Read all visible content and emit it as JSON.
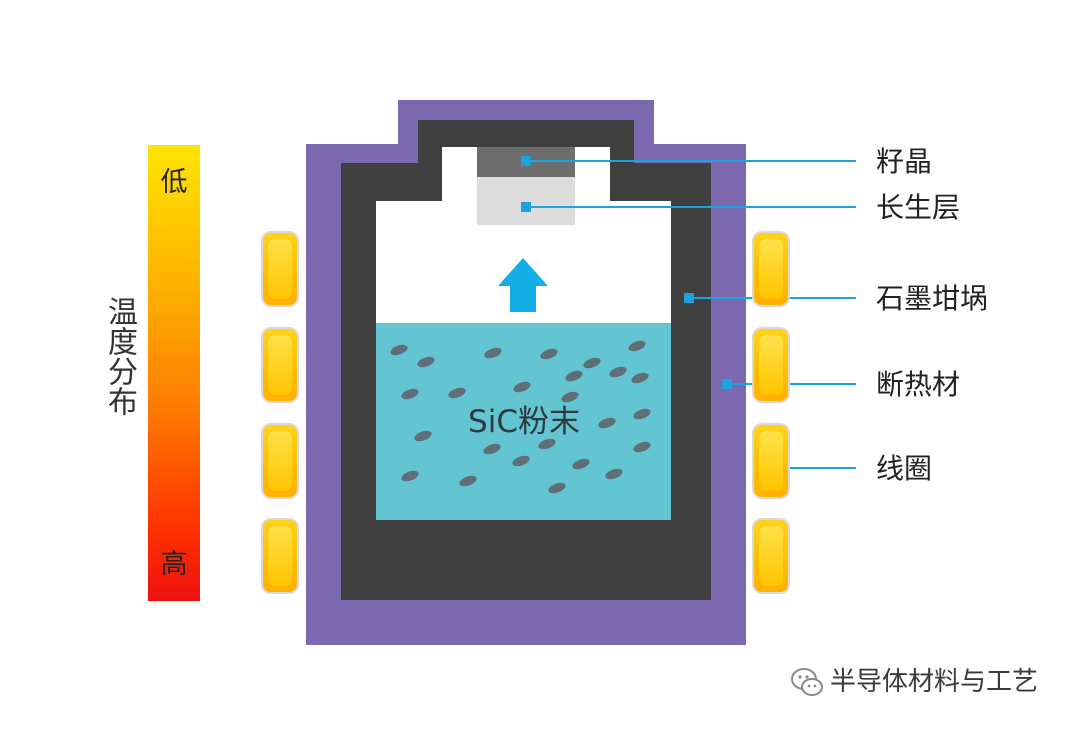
{
  "temperature": {
    "title": "温度分布",
    "low": "低",
    "high": "高"
  },
  "labels": {
    "seed": "籽晶",
    "growth_layer": "长生层",
    "crucible": "石墨坩埚",
    "insulation": "断热材",
    "coil": "线圈"
  },
  "powder_label": "SiC粉末",
  "watermark": "半导体材料与工艺",
  "colors": {
    "insulation": "#7b68ae",
    "graphite": "#3f3f3f",
    "chamber": "#ffffff",
    "powder": "#63c5d2",
    "seed": "#6d6d6d",
    "growth": "#dcdcdc",
    "arrow": "#11aee8",
    "leader": "#1aa3dc",
    "coil": "#ffc000"
  }
}
